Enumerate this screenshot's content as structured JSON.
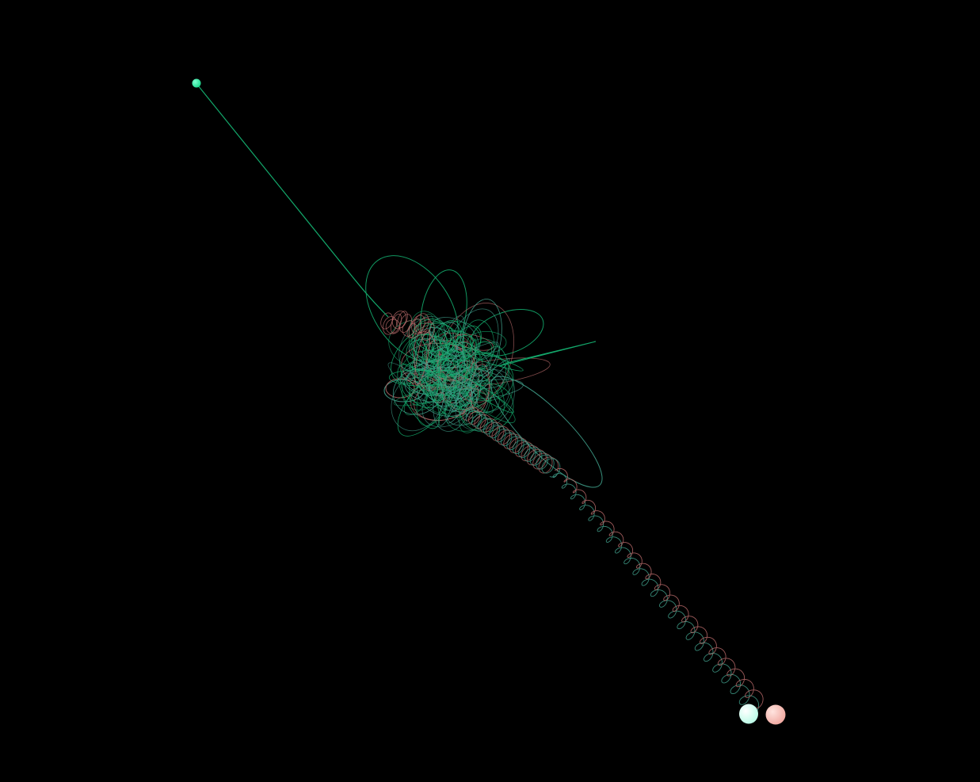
{
  "scene": {
    "background": "#000000",
    "bodies": [
      {
        "id": "body-green-small",
        "color": "#19d98c",
        "highlight": "#7dffd0"
      },
      {
        "id": "body-cyan",
        "color": "#b9fbe6",
        "highlight": "#ffffff"
      },
      {
        "id": "body-pink",
        "color": "#f0a8a0",
        "highlight": "#ffe4df"
      }
    ],
    "trails": [
      {
        "id": "trail-green",
        "color": "#13a86b"
      },
      {
        "id": "trail-pink",
        "color": "#b86a6a"
      },
      {
        "id": "trail-teal",
        "color": "#3f9e8a"
      }
    ]
  }
}
